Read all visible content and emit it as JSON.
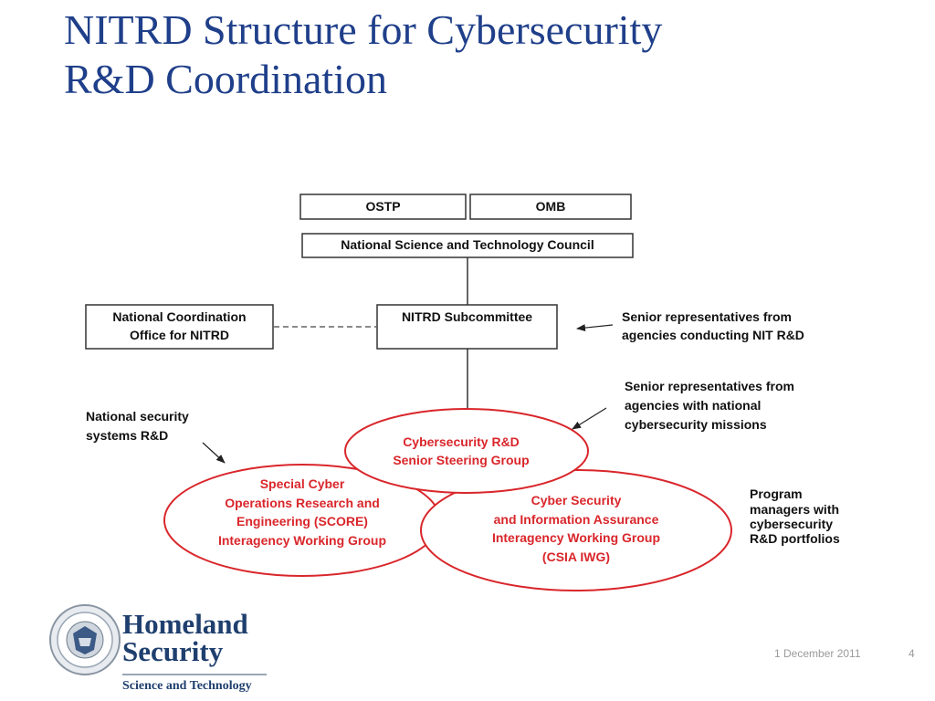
{
  "title": {
    "line1": "NITRD Structure for Cybersecurity",
    "line2": "R&D Coordination"
  },
  "boxes": {
    "ostp": "OSTP",
    "omb": "OMB",
    "nstc": "National Science and Technology Council",
    "nco_line1": "National Coordination",
    "nco_line2": "Office for NITRD",
    "nitrd_sub": "NITRD Subcommittee"
  },
  "ellipses": {
    "csssg_line1": "Cybersecurity R&D",
    "csssg_line2": "Senior Steering Group",
    "score_line1": "Special Cyber",
    "score_line2": "Operations Research and",
    "score_line3": "Engineering (SCORE)",
    "score_line4": "Interagency Working Group",
    "csia_line1": "Cyber Security",
    "csia_line2": "and Information Assurance",
    "csia_line3": "Interagency Working Group",
    "csia_line4": "(CSIA IWG)"
  },
  "annotations": {
    "senior1_line1": "Senior representatives from",
    "senior1_line2": "agencies conducting NIT R&D",
    "senior2_line1": "Senior representatives from",
    "senior2_line2": "agencies with national",
    "senior2_line3": "cybersecurity missions",
    "natsec_line1": "National security",
    "natsec_line2": "systems R&D",
    "pm_line1": "Program",
    "pm_line2": "managers with",
    "pm_line3": "cybersecurity",
    "pm_line4": "R&D portfolios"
  },
  "footer": {
    "date": "1 December 2011",
    "page": "4"
  },
  "logo": {
    "line1": "Homeland",
    "line2": "Security",
    "sub": "Science and Technology"
  },
  "colors": {
    "title": "#1f3f8a",
    "ellipse_stroke": "#d9262b",
    "ellipse_text": "#d9262b",
    "box_stroke": "#333333"
  }
}
